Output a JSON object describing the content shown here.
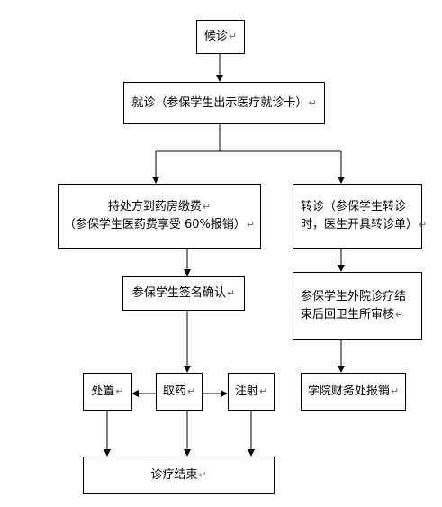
{
  "nodes": {
    "waiting": {
      "lines": [
        "候诊"
      ]
    },
    "consult": {
      "lines": [
        "就诊（参保学生出示医疗就诊卡）"
      ]
    },
    "pay": {
      "lines": [
        "持处方到药房缴费",
        "（参保学生医药费享受 60%报销）"
      ]
    },
    "transfer": {
      "lines": [
        "转诊（参保学生转诊",
        "时，医生开具转诊单）"
      ]
    },
    "sign": {
      "lines": [
        "参保学生签名确认"
      ]
    },
    "external": {
      "lines": [
        "参保学生外院诊疗结",
        "束后回卫生所审核"
      ]
    },
    "treat": {
      "lines": [
        "处置"
      ]
    },
    "medicine": {
      "lines": [
        "取药"
      ]
    },
    "inject": {
      "lines": [
        "注射"
      ]
    },
    "reimburse": {
      "lines": [
        "学院财务处报销"
      ]
    },
    "end": {
      "lines": [
        "诊疗结束"
      ]
    }
  },
  "paragraph_mark": "↵"
}
